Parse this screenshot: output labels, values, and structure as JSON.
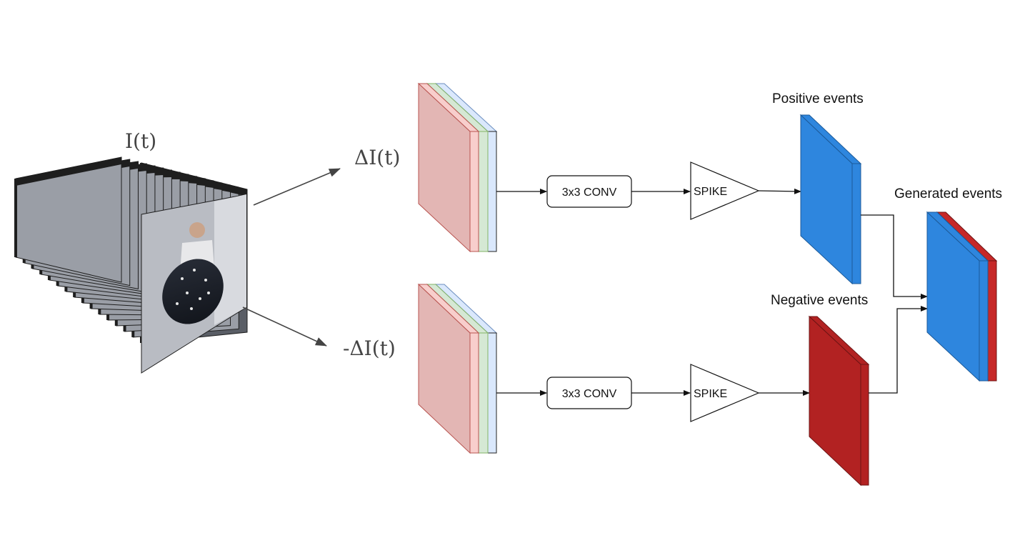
{
  "labels": {
    "input_signal": "I(t)",
    "positive_delta": "ΔI(t)",
    "negative_delta": "-ΔI(t)",
    "positive_events": "Positive events",
    "negative_events": "Negative events",
    "generated_events": "Generated events"
  },
  "top_branch": {
    "conv_label": "3x3 CONV",
    "spike_label": "SPIKE"
  },
  "bottom_branch": {
    "conv_label": "3x3 CONV",
    "spike_label": "SPIKE"
  },
  "colors": {
    "channel_red": "#e3b6b4",
    "channel_red_edge": "#b85450",
    "channel_green": "#d5e8d4",
    "channel_green_edge": "#82b366",
    "channel_blue": "#dae8fc",
    "channel_blue_edge": "#6c8ebf",
    "positive": "#2e86de",
    "negative": "#b22222",
    "frame_dark": "#1e1e1e",
    "frame_light": "#9a9ea6"
  },
  "frames": {
    "count": 16
  }
}
